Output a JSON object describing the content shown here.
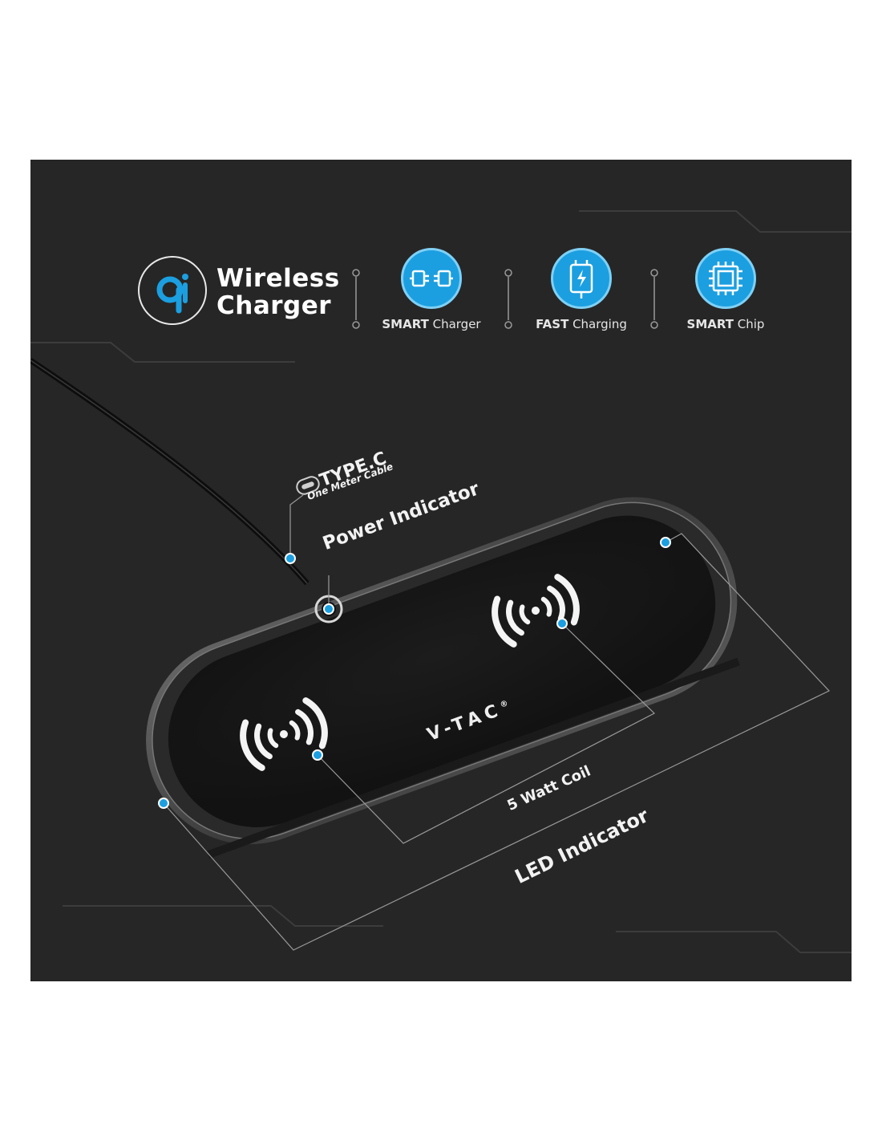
{
  "brand": {
    "line1": "Wireless",
    "line2": "Charger",
    "badge_icon": "qi-logo-icon"
  },
  "features": [
    {
      "strong": "SMART",
      "rest": "Charger",
      "icon": "smart-charger-icon"
    },
    {
      "strong": "FAST",
      "rest": "Charging",
      "icon": "fast-charging-icon"
    },
    {
      "strong": "SMART",
      "rest": "Chip",
      "icon": "smart-chip-icon"
    }
  ],
  "callouts": {
    "type_c_title": "TYPE.C",
    "type_c_sub": "One Meter Cable",
    "power_indicator": "Power Indicator",
    "coil": "5 Watt Coil",
    "led_indicator": "LED Indicator"
  },
  "product": {
    "logo": "V-TAC",
    "logo_mark": "®"
  },
  "colors": {
    "background": "#262626",
    "accent": "#1b9fe0",
    "text": "#ffffff"
  }
}
